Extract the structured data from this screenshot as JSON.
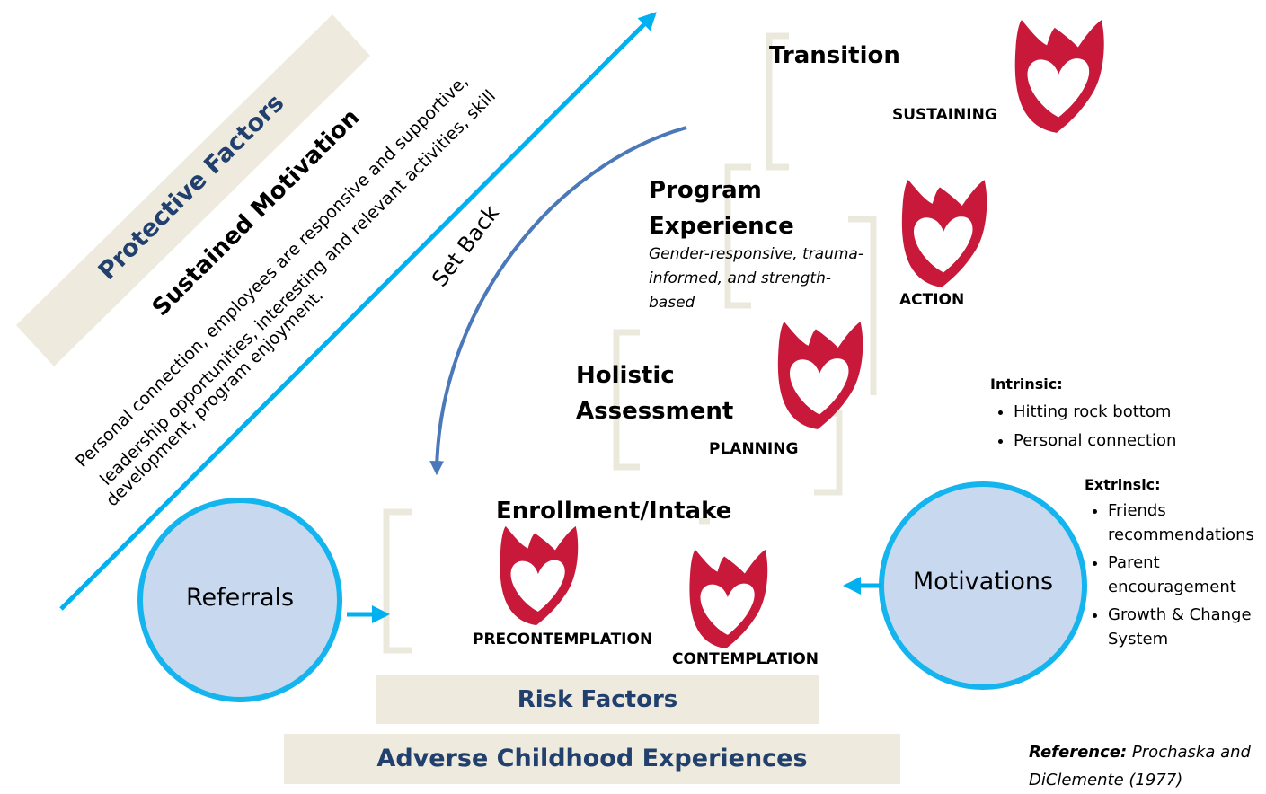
{
  "protective": {
    "label": "Protective Factors",
    "heading": "Sustained Motivation",
    "text_lines": [
      "Personal connection, employees are responsive and supportive,",
      "leadership opportunities, interesting and relevant activities, skill",
      "development, program enjoyment."
    ]
  },
  "setback_label": "Set Back",
  "stages": {
    "transition": {
      "title": "Transition",
      "label": "SUSTAINING"
    },
    "program_experience": {
      "title_lines": [
        "Program",
        "Experience"
      ],
      "note_lines": [
        "Gender-responsive, trauma-",
        "informed, and strength-",
        "based"
      ],
      "label": "ACTION"
    },
    "holistic_assessment": {
      "title_lines": [
        "Holistic",
        "Assessment"
      ],
      "label": "PLANNING"
    },
    "enrollment": {
      "title": "Enrollment/Intake",
      "label_pre": "PRECONTEMPLATION",
      "label_con": "CONTEMPLATION"
    }
  },
  "referrals_label": "Referrals",
  "motivations": {
    "label": "Motivations",
    "intrinsic_title": "Intrinsic:",
    "intrinsic": [
      "Hitting rock bottom",
      "Personal connection"
    ],
    "extrinsic_title": "Extrinsic:",
    "extrinsic": [
      "Friends recommendations",
      "Parent encouragement",
      "Growth & Change System"
    ]
  },
  "risk_factors": "Risk Factors",
  "ace": "Adverse Childhood Experiences",
  "reference": {
    "label": "Reference:",
    "text": "Prochaska and DiClemente (1977)"
  },
  "colors": {
    "heart": "#c8193b",
    "cyan_arrow": "#00b0f0",
    "setback_arrow": "#4a78b8",
    "circle_fill": "#c7d8ef",
    "circle_stroke": "#14b4ee",
    "band": "#eeebde",
    "band_text": "#21406e",
    "bracket": "#ebe8dc"
  },
  "icons": [
    "heart-flower-icon"
  ]
}
